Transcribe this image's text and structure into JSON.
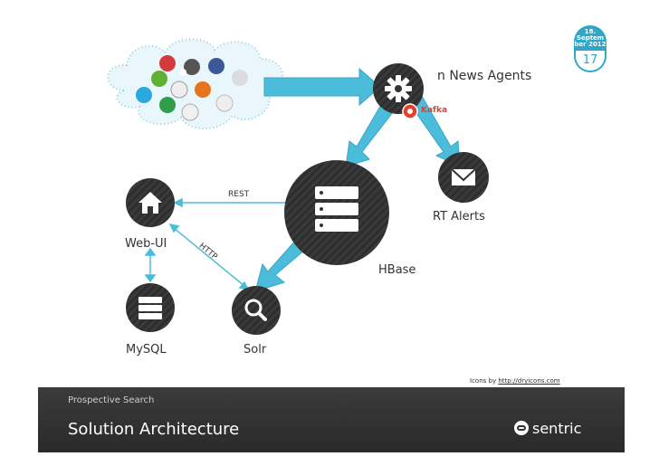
{
  "slide": {
    "date": {
      "top": "18. Septem ber 2012",
      "number": "17"
    },
    "credit": {
      "prefix": "Icons by",
      "link": "http://dryicons.com"
    },
    "footer": {
      "subtitle": "Prospective Search",
      "title": "Solution Architecture",
      "brand": "sentric"
    }
  },
  "diagram": {
    "nodes": {
      "news_agents": "n News Agents",
      "kafka": "Kafka",
      "rt_alerts": "RT Alerts",
      "hbase": "HBase",
      "web_ui": "Web-UI",
      "mysql": "MySQL",
      "solr": "Solr"
    },
    "edges": {
      "rest": "REST",
      "http": "HTTP"
    },
    "social_icons": [
      "yahoo-icon",
      "digg-icon",
      "facebook-icon",
      "youtube-icon",
      "twitter-icon",
      "delicious-icon",
      "stumbleupon-icon",
      "blogger-icon",
      "reddit-icon",
      "flickr-icon",
      "technorati-icon",
      "other-icon"
    ]
  },
  "colors": {
    "arrow": "#4cbcdb",
    "node": "#333333",
    "kafka": "#e2412b",
    "accent": "#2fa7c9"
  }
}
